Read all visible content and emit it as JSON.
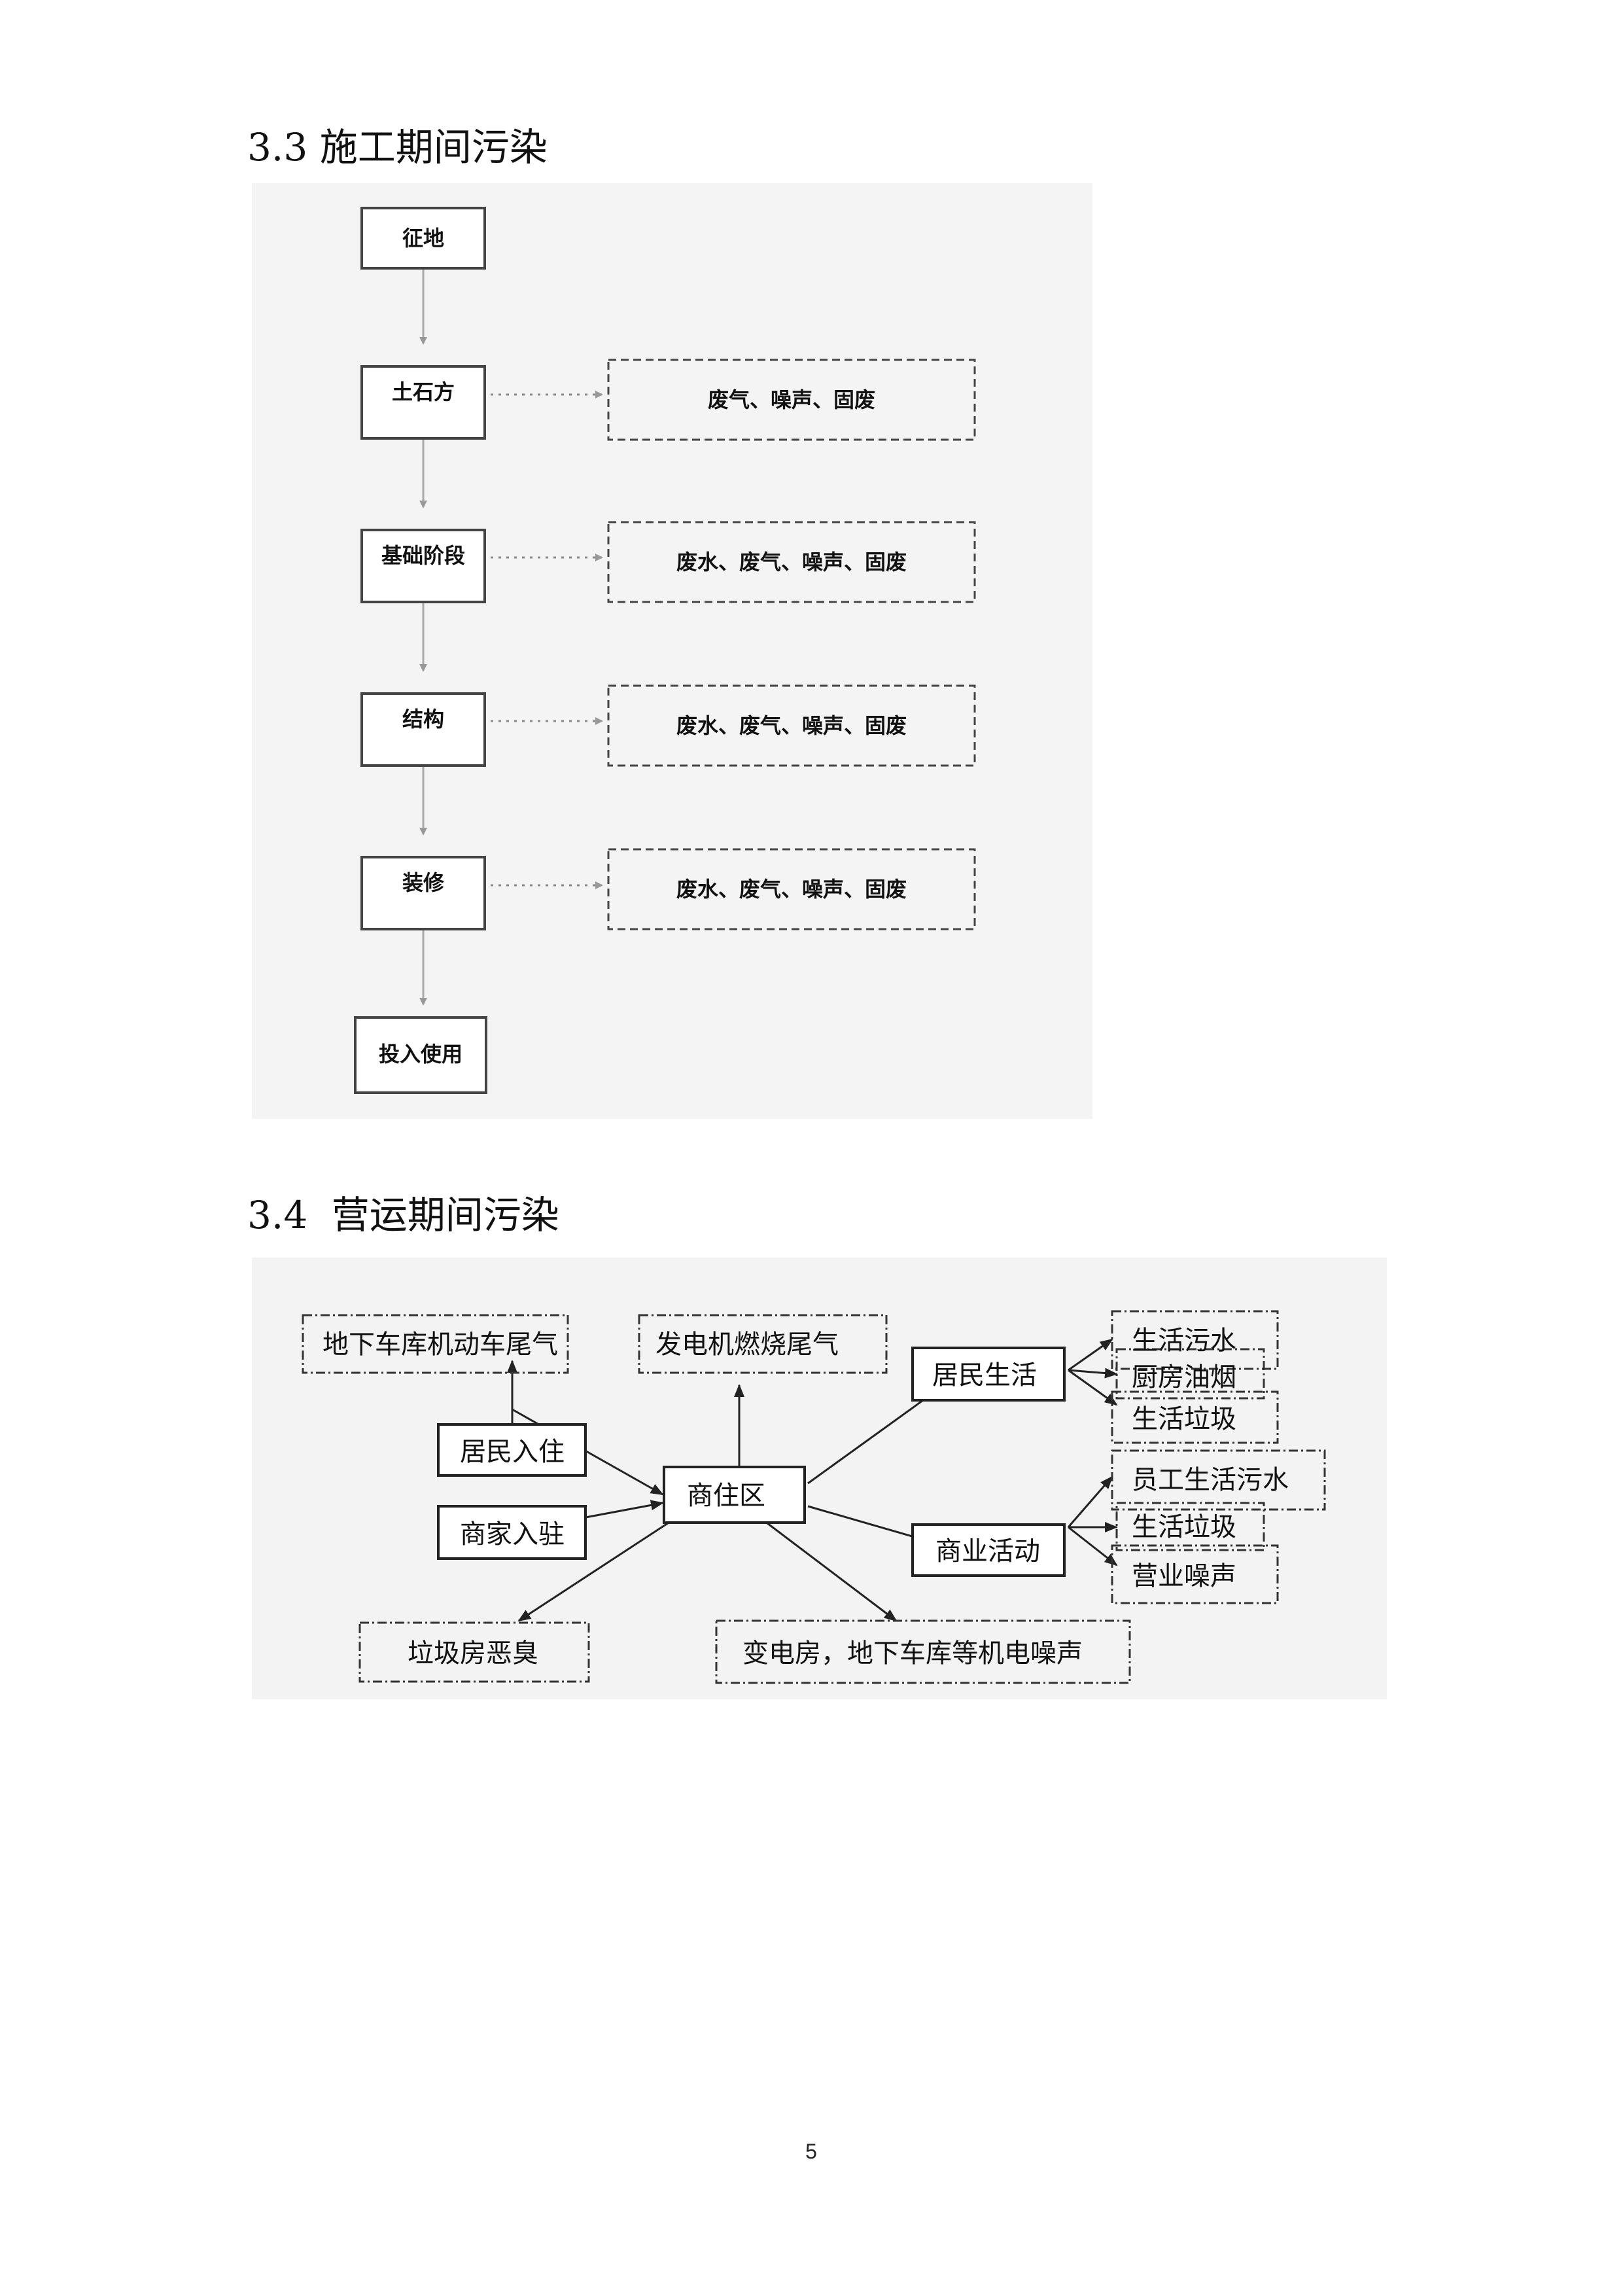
{
  "sections": [
    {
      "number": "3.3",
      "title": "施工期间污染"
    },
    {
      "number": "3.4",
      "title": "营运期间污染"
    }
  ],
  "construction_flow": {
    "stages": [
      "征地",
      "土石方",
      "基础阶段",
      "结构",
      "装修",
      "投入使用"
    ],
    "pollutants": {
      "土石方": "废气、噪声、固废",
      "基础阶段": "废水、废气、噪声、固废",
      "结构": "废水、废气、噪声、固废",
      "装修": "废水、废气、噪声、固废"
    }
  },
  "operation_flow": {
    "center": "商住区",
    "inputs": [
      "居民入住",
      "商家入驻"
    ],
    "activities": [
      "居民生活",
      "商业活动"
    ],
    "residential_outputs": [
      "生活污水",
      "厨房油烟",
      "生活垃圾"
    ],
    "commercial_outputs": [
      "员工生活污水",
      "生活垃圾",
      "营业噪声"
    ],
    "other_sources": {
      "garage_exhaust": "地下车库机动车尾气",
      "generator_exhaust": "发电机燃烧尾气",
      "garbage_odor": "垃圾房恶臭",
      "equipment_noise": "变电房，地下车库等机电噪声"
    }
  },
  "footer": {
    "page_number": "5"
  }
}
